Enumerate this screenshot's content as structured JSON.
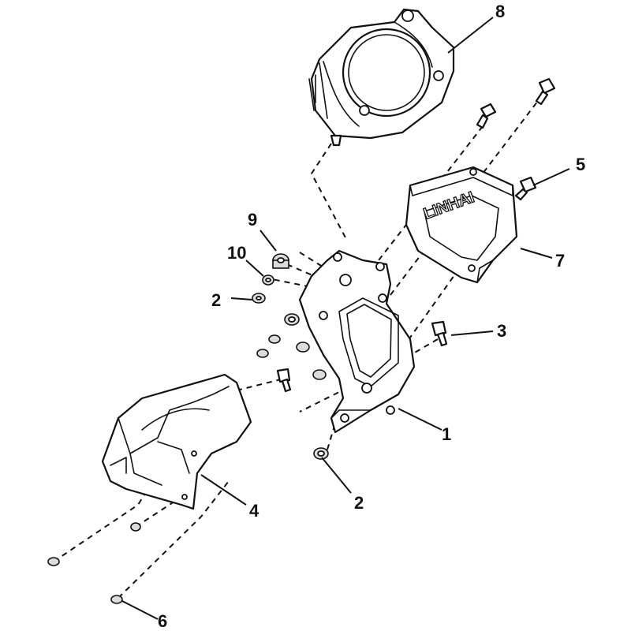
{
  "brand_mark": "LINHAI",
  "callouts": {
    "c1": "1",
    "c2a": "2",
    "c2b": "2",
    "c3": "3",
    "c4": "4",
    "c5": "5",
    "c6": "6",
    "c7": "7",
    "c8": "8",
    "c9": "9",
    "c10": "10"
  },
  "colors": {
    "line": "#111111",
    "background": "#ffffff"
  }
}
